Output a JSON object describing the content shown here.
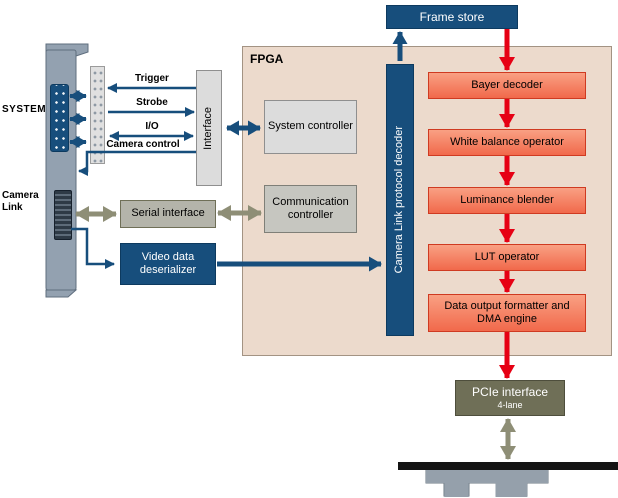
{
  "fpga": {
    "label": "FPGA"
  },
  "blocks": {
    "frame_store": "Frame store",
    "protocol_decoder": "Camera Link protocol decoder",
    "system_controller": "System controller",
    "communication_controller": "Communication controller",
    "serial_interface": "Serial interface",
    "video_deserializer": "Video data deserializer",
    "interface": "Interface",
    "pcie_interface": "PCIe interface",
    "pcie_sub": "4-lane"
  },
  "pipeline": [
    "Bayer decoder",
    "White balance operator",
    "Luminance blender",
    "LUT operator",
    "Data output formatter and DMA engine"
  ],
  "signals": {
    "trigger": "Trigger",
    "strobe": "Strobe",
    "io": "I/O",
    "camera_control": "Camera control"
  },
  "connectors": {
    "system": "SYSTEM",
    "camera_link": "Camera Link"
  },
  "colors": {
    "navy": "#174e7c",
    "red": "#e60014",
    "salmon": "#f1694b",
    "salmon_border": "#cf3a21",
    "fpga_background": "#ecdacc",
    "olive_box": "#6f6f57",
    "olive_arrow": "#8e8e76",
    "bracket_gray": "#93a1b0"
  }
}
